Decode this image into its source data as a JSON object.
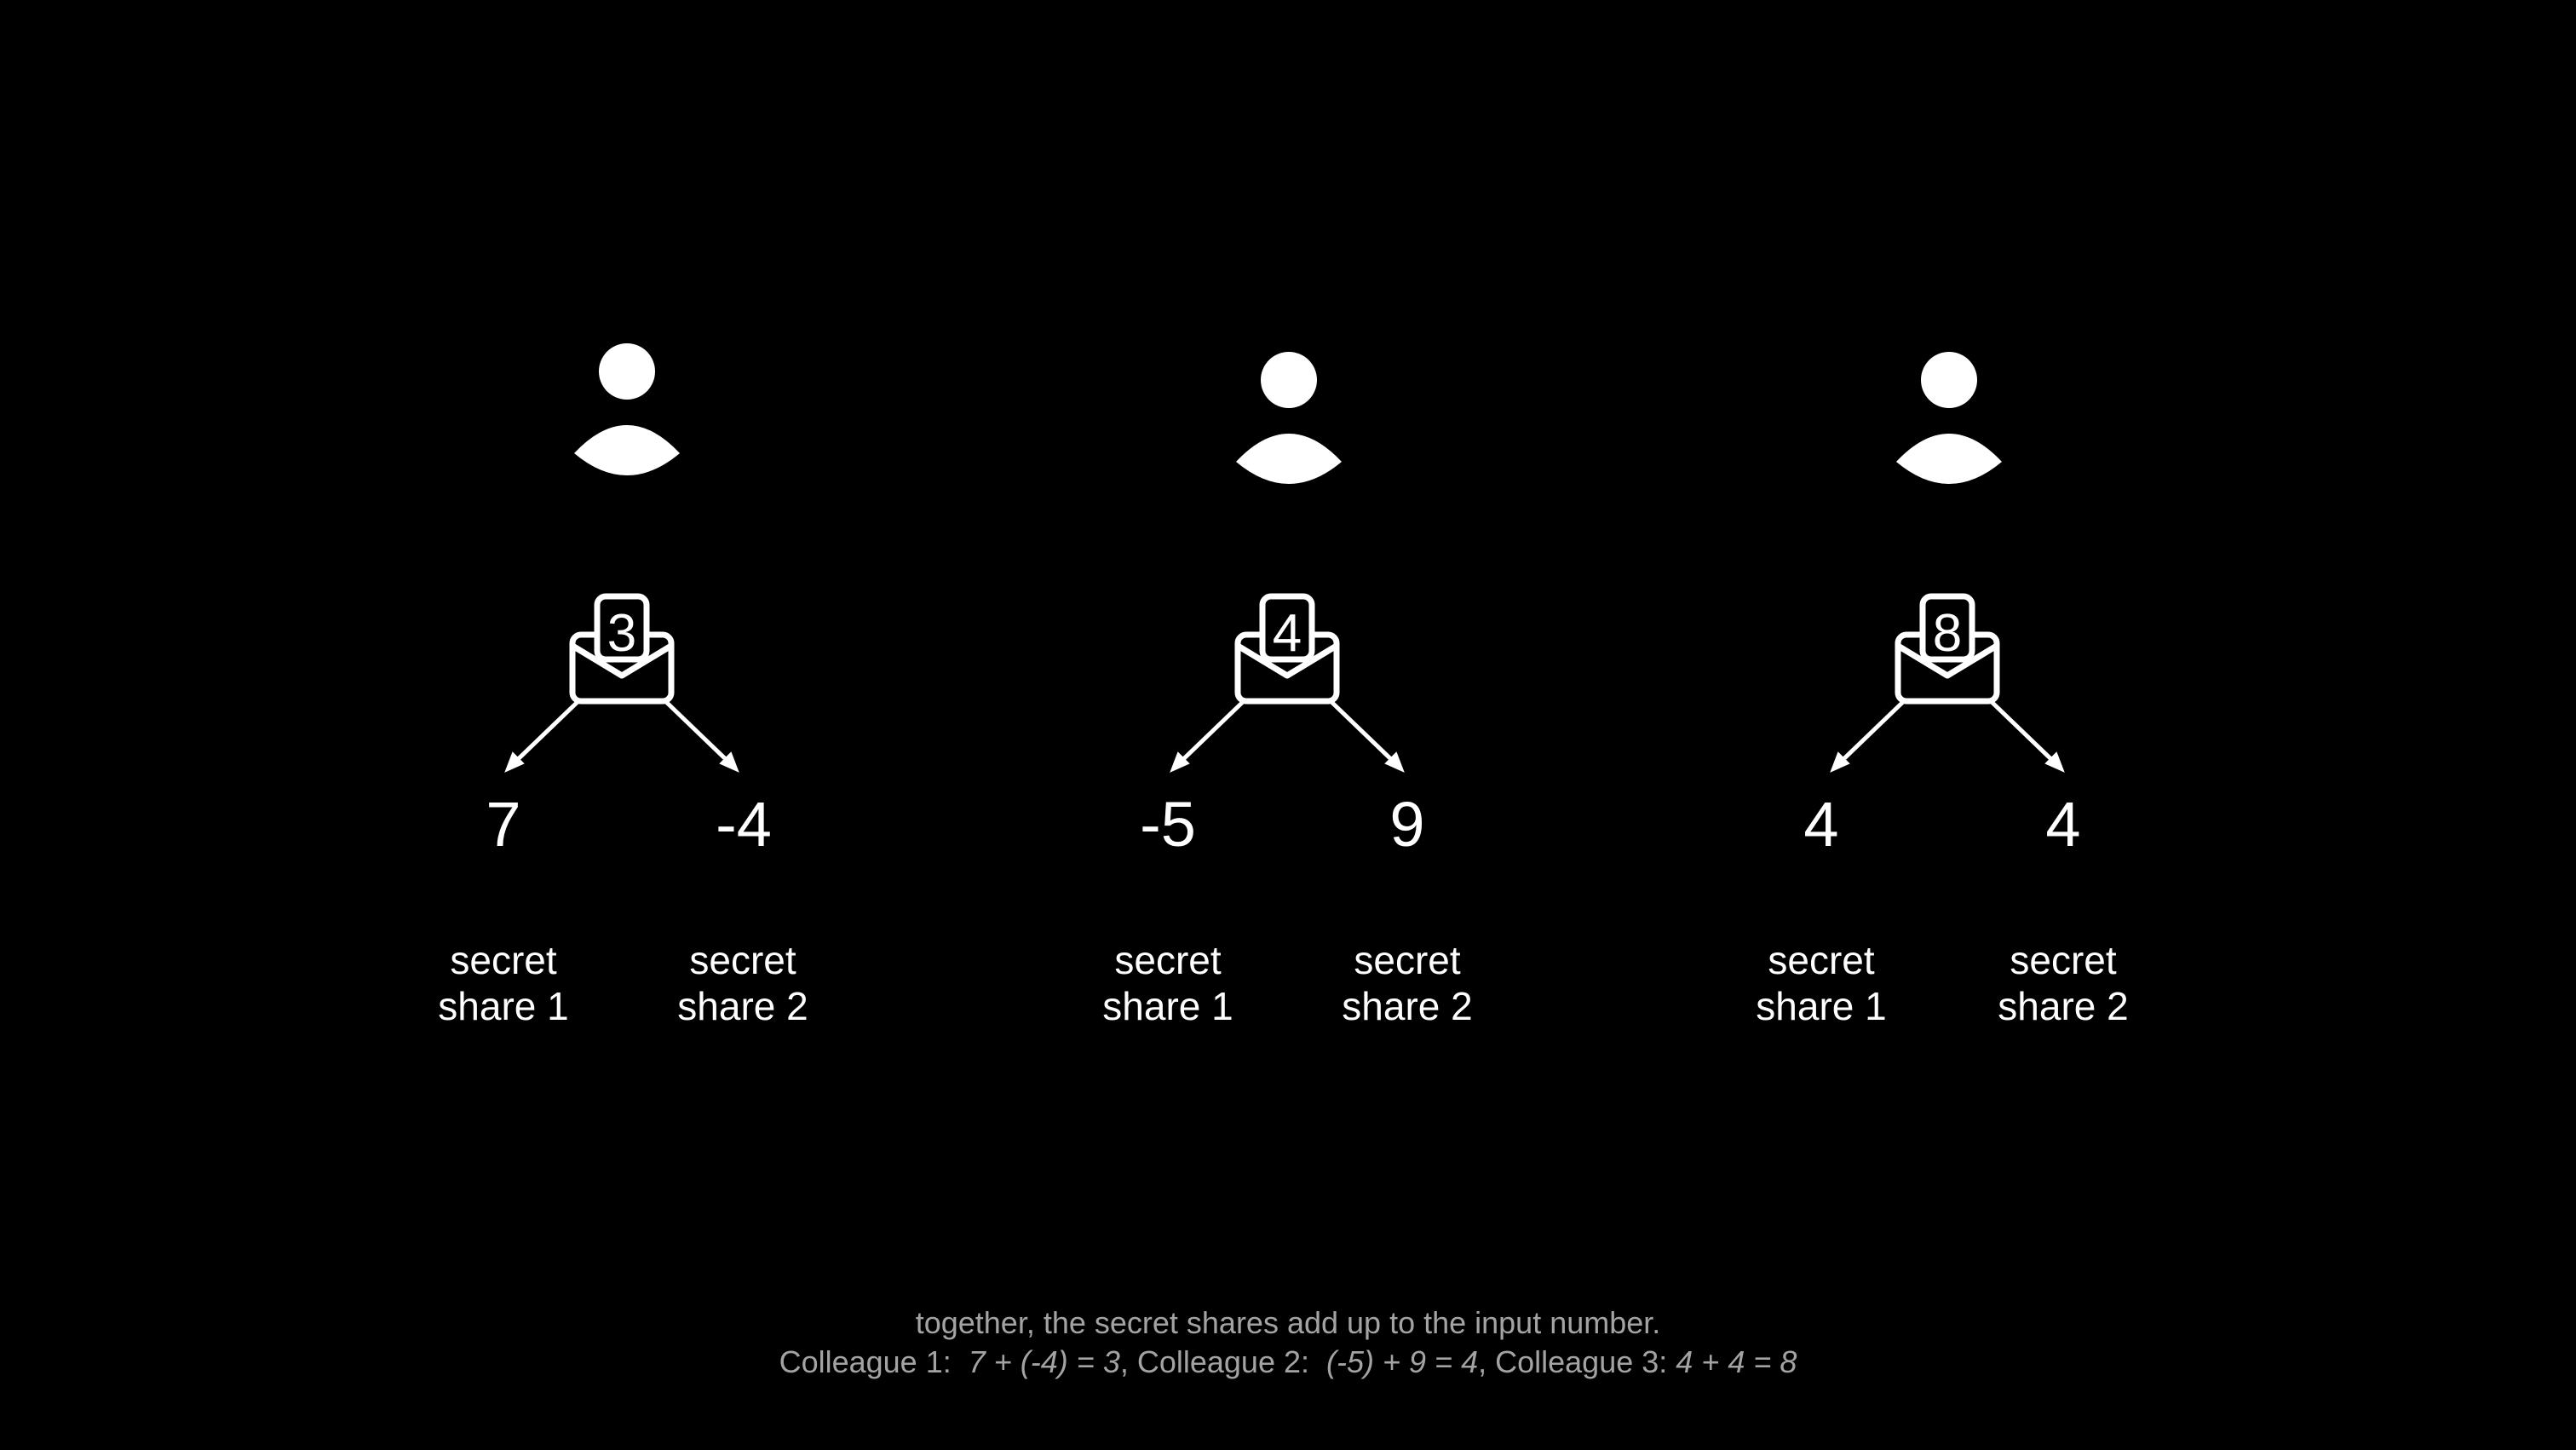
{
  "colleagues": [
    {
      "name": "Colleague 1",
      "input": "3",
      "shares": [
        {
          "value": "7",
          "label": "secret\nshare 1"
        },
        {
          "value": "-4",
          "label": "secret\nshare 2"
        }
      ]
    },
    {
      "name": "Colleague 2",
      "input": "4",
      "shares": [
        {
          "value": "-5",
          "label": "secret\nshare 1"
        },
        {
          "value": "9",
          "label": "secret\nshare 2"
        }
      ]
    },
    {
      "name": "Colleague 3",
      "input": "8",
      "shares": [
        {
          "value": "4",
          "label": "secret\nshare 1"
        },
        {
          "value": "4",
          "label": "secret\nshare 2"
        }
      ]
    }
  ],
  "footer": {
    "line1": "together, the secret shares add up to the input number.",
    "c1_label": "Colleague 1:",
    "c1_eq": "7 + (-4) = 3",
    "c2_label": ", Colleague 2:",
    "c2_eq": "(-5) + 9 = 4",
    "c3_label": ", Colleague 3:",
    "c3_eq": "4 + 4 = 8"
  },
  "icons": [
    "person-icon",
    "envelope-icon",
    "arrow-icon"
  ],
  "colors": {
    "background": "#000000",
    "foreground": "#ffffff",
    "caption": "#a3a3a3"
  }
}
